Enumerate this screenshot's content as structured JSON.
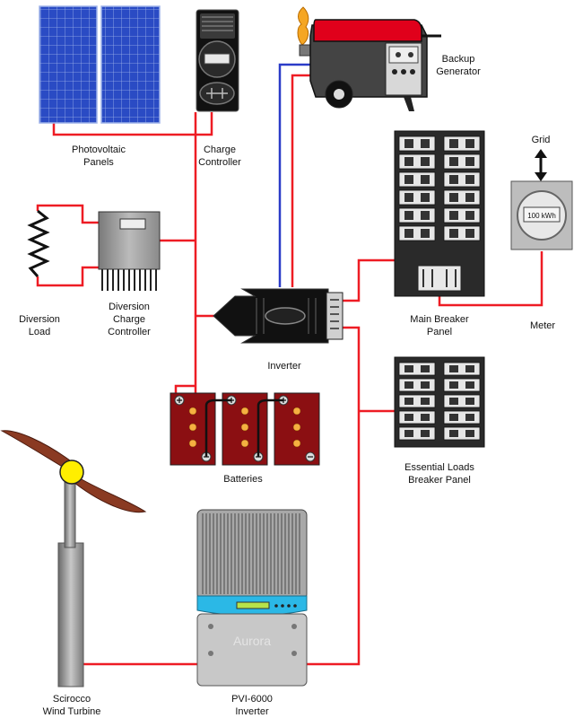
{
  "components": {
    "photovoltaic_panels": {
      "line1": "Photovoltaic",
      "line2": "Panels"
    },
    "charge_controller": {
      "line1": "Charge",
      "line2": "Controller"
    },
    "backup_generator": {
      "line1": "Backup",
      "line2": "Generator"
    },
    "diversion_load": {
      "line1": "Diversion",
      "line2": "Load"
    },
    "diversion_charge_controller": {
      "line1": "Diversion",
      "line2": "Charge",
      "line3": "Controller"
    },
    "inverter": {
      "label": "Inverter"
    },
    "main_breaker_panel": {
      "line1": "Main Breaker",
      "line2": "Panel"
    },
    "meter": {
      "label": "Meter",
      "display": "100 kWh"
    },
    "grid": {
      "label": "Grid"
    },
    "batteries": {
      "label": "Batteries"
    },
    "essential_loads_panel": {
      "line1": "Essential Loads",
      "line2": "Breaker Panel"
    },
    "wind_turbine": {
      "line1": "Scirocco",
      "line2": "Wind Turbine"
    },
    "pvi_inverter": {
      "line1": "PVI-6000",
      "line2": "Inverter",
      "brand": "Aurora"
    }
  },
  "colors": {
    "wire": "#ee1c24",
    "wire_blue": "#2b3cc8",
    "solar_cell": "#2a4bc4",
    "generator_red": "#e0001b",
    "battery": "#8b0f12",
    "turbine_blade": "#8a3a22",
    "turbine_hub": "#ffee00",
    "inverter_band": "#2bb8e6"
  }
}
